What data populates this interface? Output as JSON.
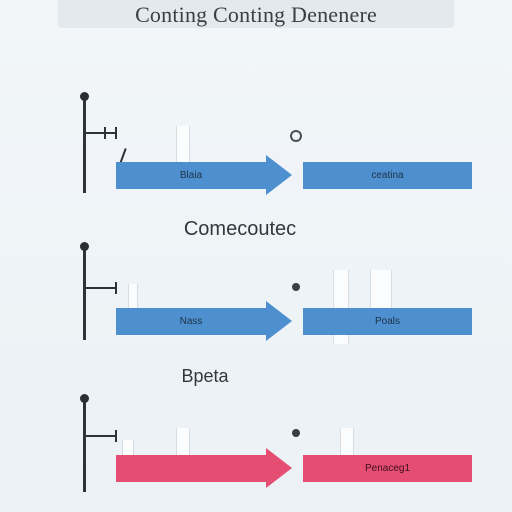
{
  "header": {
    "title": "Conting Conting Denenere"
  },
  "panels": [
    {
      "id": "panel-1",
      "title": "",
      "bar_left_label": "Blaia",
      "bar_right_label": "ceatina",
      "color": "#4d8fcf"
    },
    {
      "id": "panel-2",
      "title": "Comecoutec",
      "bar_left_label": "Nass",
      "bar_right_label": "Poals",
      "color": "#4d8fcf"
    },
    {
      "id": "panel-3",
      "title": "Bpeta",
      "bar_left_label": "",
      "bar_right_label": "Penaceg1",
      "color": "#e64d73"
    }
  ],
  "icons": {
    "stand": "lab-stand-icon",
    "tube": "test-tube-icon",
    "marker": "dot-icon"
  }
}
